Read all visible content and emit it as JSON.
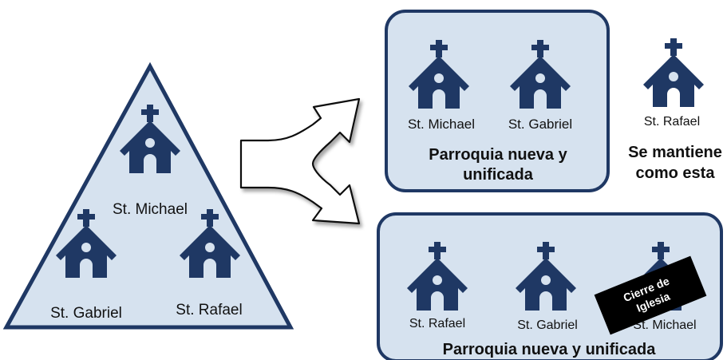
{
  "colors": {
    "church": "#1f3864",
    "panel_fill": "#d6e2ef",
    "outline": "#1f3864",
    "arrow_fill": "#ffffff",
    "arrow_stroke": "#111111",
    "closure_label_bg": "#000000",
    "closure_label_text": "#ffffff"
  },
  "icons": [
    "church-icon",
    "split-arrow-icon"
  ],
  "original_group": {
    "churches": [
      {
        "label": "St. Michael"
      },
      {
        "label": "St. Gabriel"
      },
      {
        "label": "St. Rafael"
      }
    ]
  },
  "option_1": {
    "merged": {
      "churches": [
        {
          "label": "St. Michael"
        },
        {
          "label": "St. Gabriel"
        }
      ],
      "caption": "Parroquia nueva y unificada"
    },
    "unchanged": {
      "church": {
        "label": "St. Rafael"
      },
      "caption": "Se mantiene como esta"
    }
  },
  "option_2": {
    "churches": [
      {
        "label": "St. Rafael"
      },
      {
        "label": "St. Gabriel"
      },
      {
        "label": "St. Michael"
      }
    ],
    "closure_label": "Cierre de Iglesia",
    "caption": "Parroquia nueva y unificada"
  }
}
